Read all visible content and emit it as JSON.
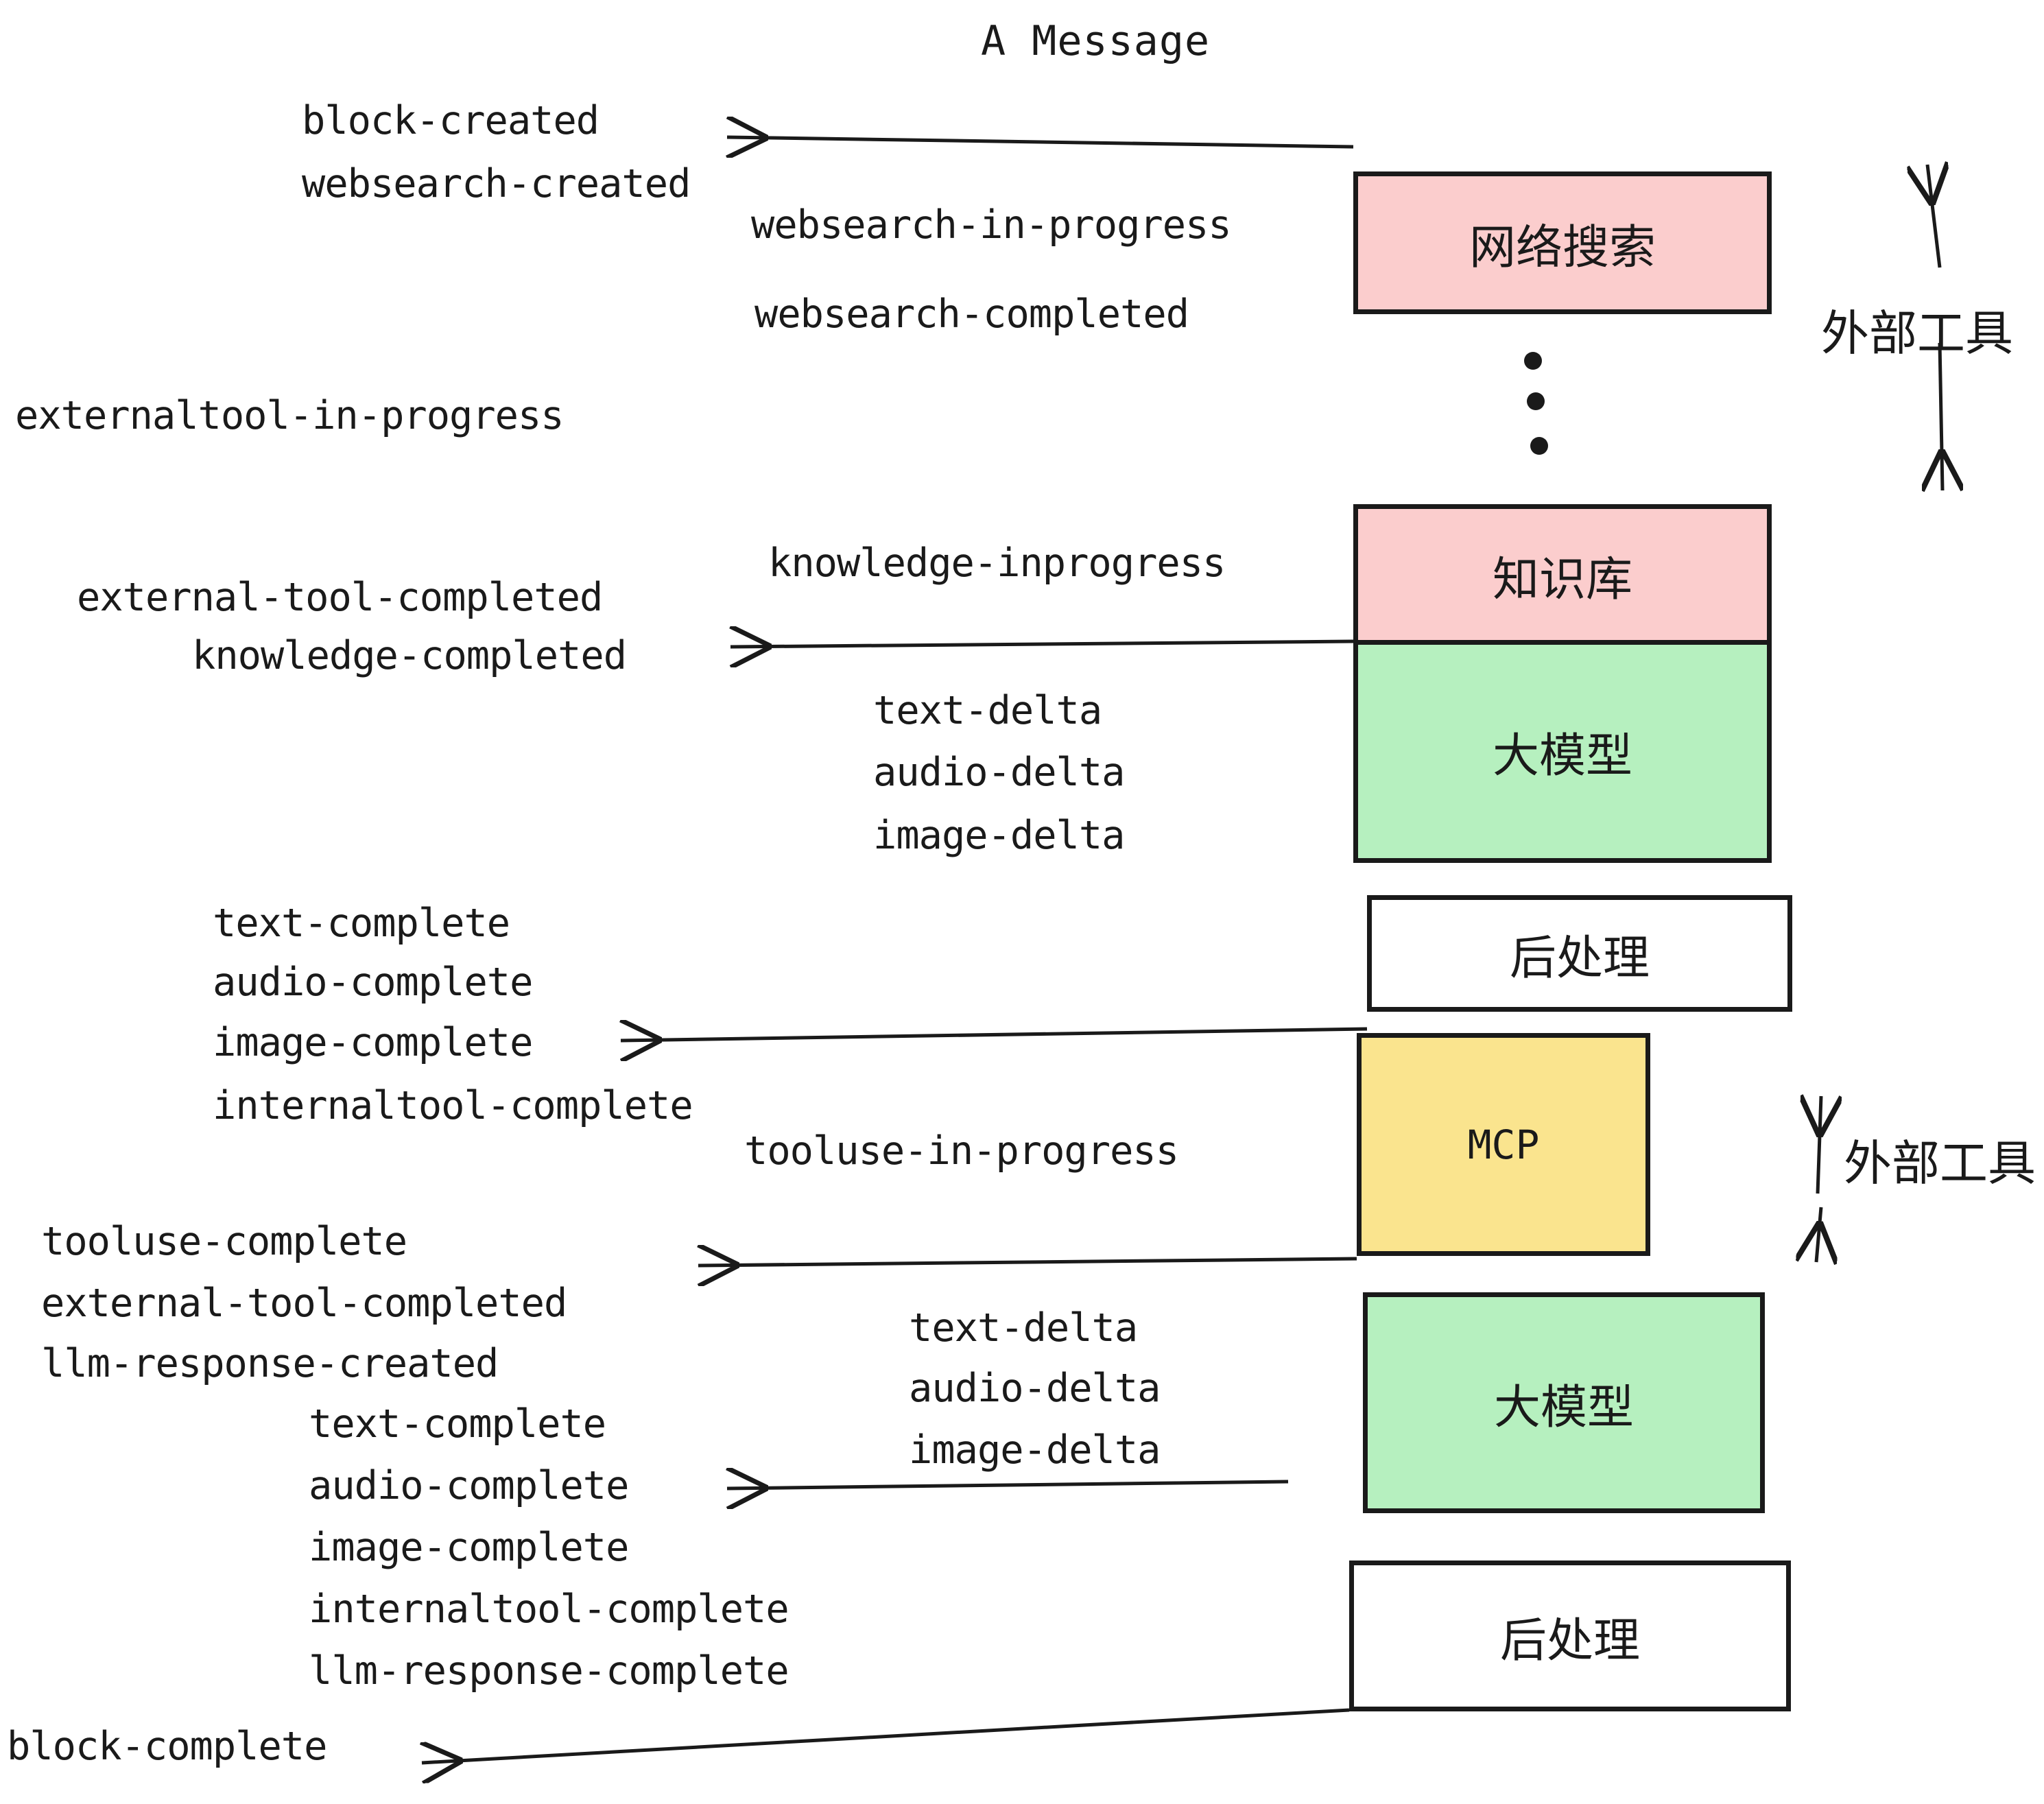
{
  "title": "A Message",
  "colors": {
    "pink": "#fbcdcd",
    "green": "#b6f0bf",
    "yellow": "#fae48e",
    "white": "#ffffff",
    "stroke": "#1a1a1a",
    "text": "#1a1a1a"
  },
  "events": {
    "block_created": "block-created",
    "websearch_created": "websearch-created",
    "websearch_in_progress": "websearch-in-progress",
    "websearch_completed": "websearch-completed",
    "externaltool_in_progress": "externaltool-in-progress",
    "knowledge_inprogress": "knowledge-inprogress",
    "external_tool_completed_1": "external-tool-completed",
    "knowledge_completed": "knowledge-completed",
    "text_delta_1": "text-delta",
    "audio_delta_1": "audio-delta",
    "image_delta_1": "image-delta",
    "text_complete_1": "text-complete",
    "audio_complete_1": "audio-complete",
    "image_complete_1": "image-complete",
    "internaltool_complete_1": "internaltool-complete",
    "tooluse_in_progress": "tooluse-in-progress",
    "tooluse_complete": "tooluse-complete",
    "external_tool_completed_2": "external-tool-completed",
    "llm_response_created": "llm-response-created",
    "text_delta_2": "text-delta",
    "audio_delta_2": "audio-delta",
    "image_delta_2": "image-delta",
    "text_complete_2": "text-complete",
    "audio_complete_2": "audio-complete",
    "image_complete_2": "image-complete",
    "internaltool_complete_2": "internaltool-complete",
    "llm_response_complete": "llm-response-complete",
    "block_complete": "block-complete"
  },
  "nodes": {
    "websearch": "网络搜索",
    "knowledge": "知识库",
    "llm_1": "大模型",
    "postprocess_1": "后处理",
    "mcp": "MCP",
    "llm_2": "大模型",
    "postprocess_2": "后处理"
  },
  "annotations": {
    "external_tool_upper": "外部工具",
    "external_tool_lower": "外部工具"
  },
  "ellipsis": {
    "count": 3
  }
}
